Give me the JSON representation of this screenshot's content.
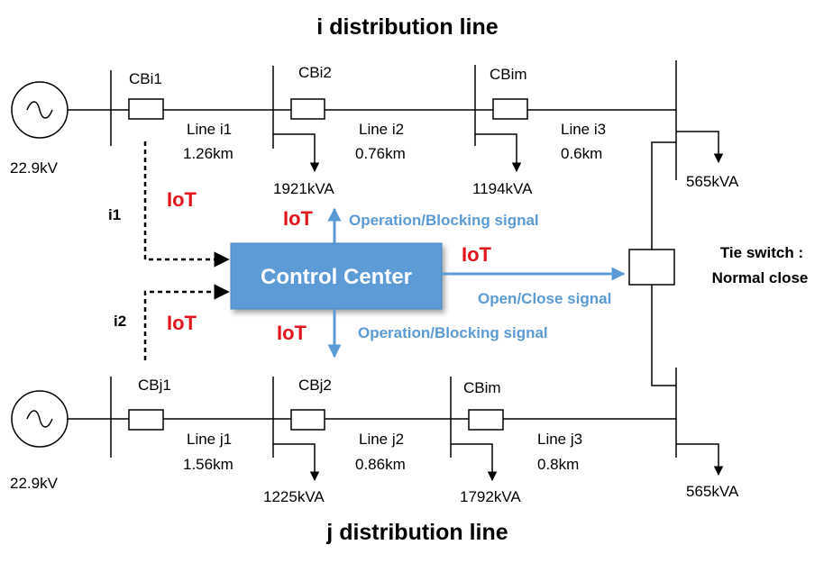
{
  "titles": {
    "i_line": "i distribution line",
    "j_line": "j distribution line"
  },
  "sources": {
    "i_voltage": "22.9kV",
    "j_voltage": "22.9kV"
  },
  "i_feeder": {
    "breakers": [
      "CBi1",
      "CBi2",
      "CBim"
    ],
    "segments": [
      {
        "name": "Line i1",
        "length": "1.26km"
      },
      {
        "name": "Line i2",
        "length": "0.76km"
      },
      {
        "name": "Line i3",
        "length": "0.6km"
      }
    ],
    "loads": [
      "1921kVA",
      "1194kVA",
      "565kVA"
    ]
  },
  "j_feeder": {
    "breakers": [
      "CBj1",
      "CBj2",
      "CBim"
    ],
    "segments": [
      {
        "name": "Line j1",
        "length": "1.56km"
      },
      {
        "name": "Line j2",
        "length": "0.86km"
      },
      {
        "name": "Line j3",
        "length": "0.8km"
      }
    ],
    "loads": [
      "1225kVA",
      "1792kVA",
      "565kVA"
    ]
  },
  "control": {
    "center_label": "Control Center",
    "iot_label": "IoT",
    "current_i": "i1",
    "current_j": "i2",
    "signal_up": "Operation/Blocking signal",
    "signal_down": "Operation/Blocking signal",
    "signal_tie": "Open/Close signal"
  },
  "tie_switch": {
    "line1": "Tie switch :",
    "line2": "Normal close"
  },
  "colors": {
    "control_center_fill": "#5b9bd5",
    "signal_arrow": "#5b9bd5",
    "iot_text": "#e3141b"
  }
}
